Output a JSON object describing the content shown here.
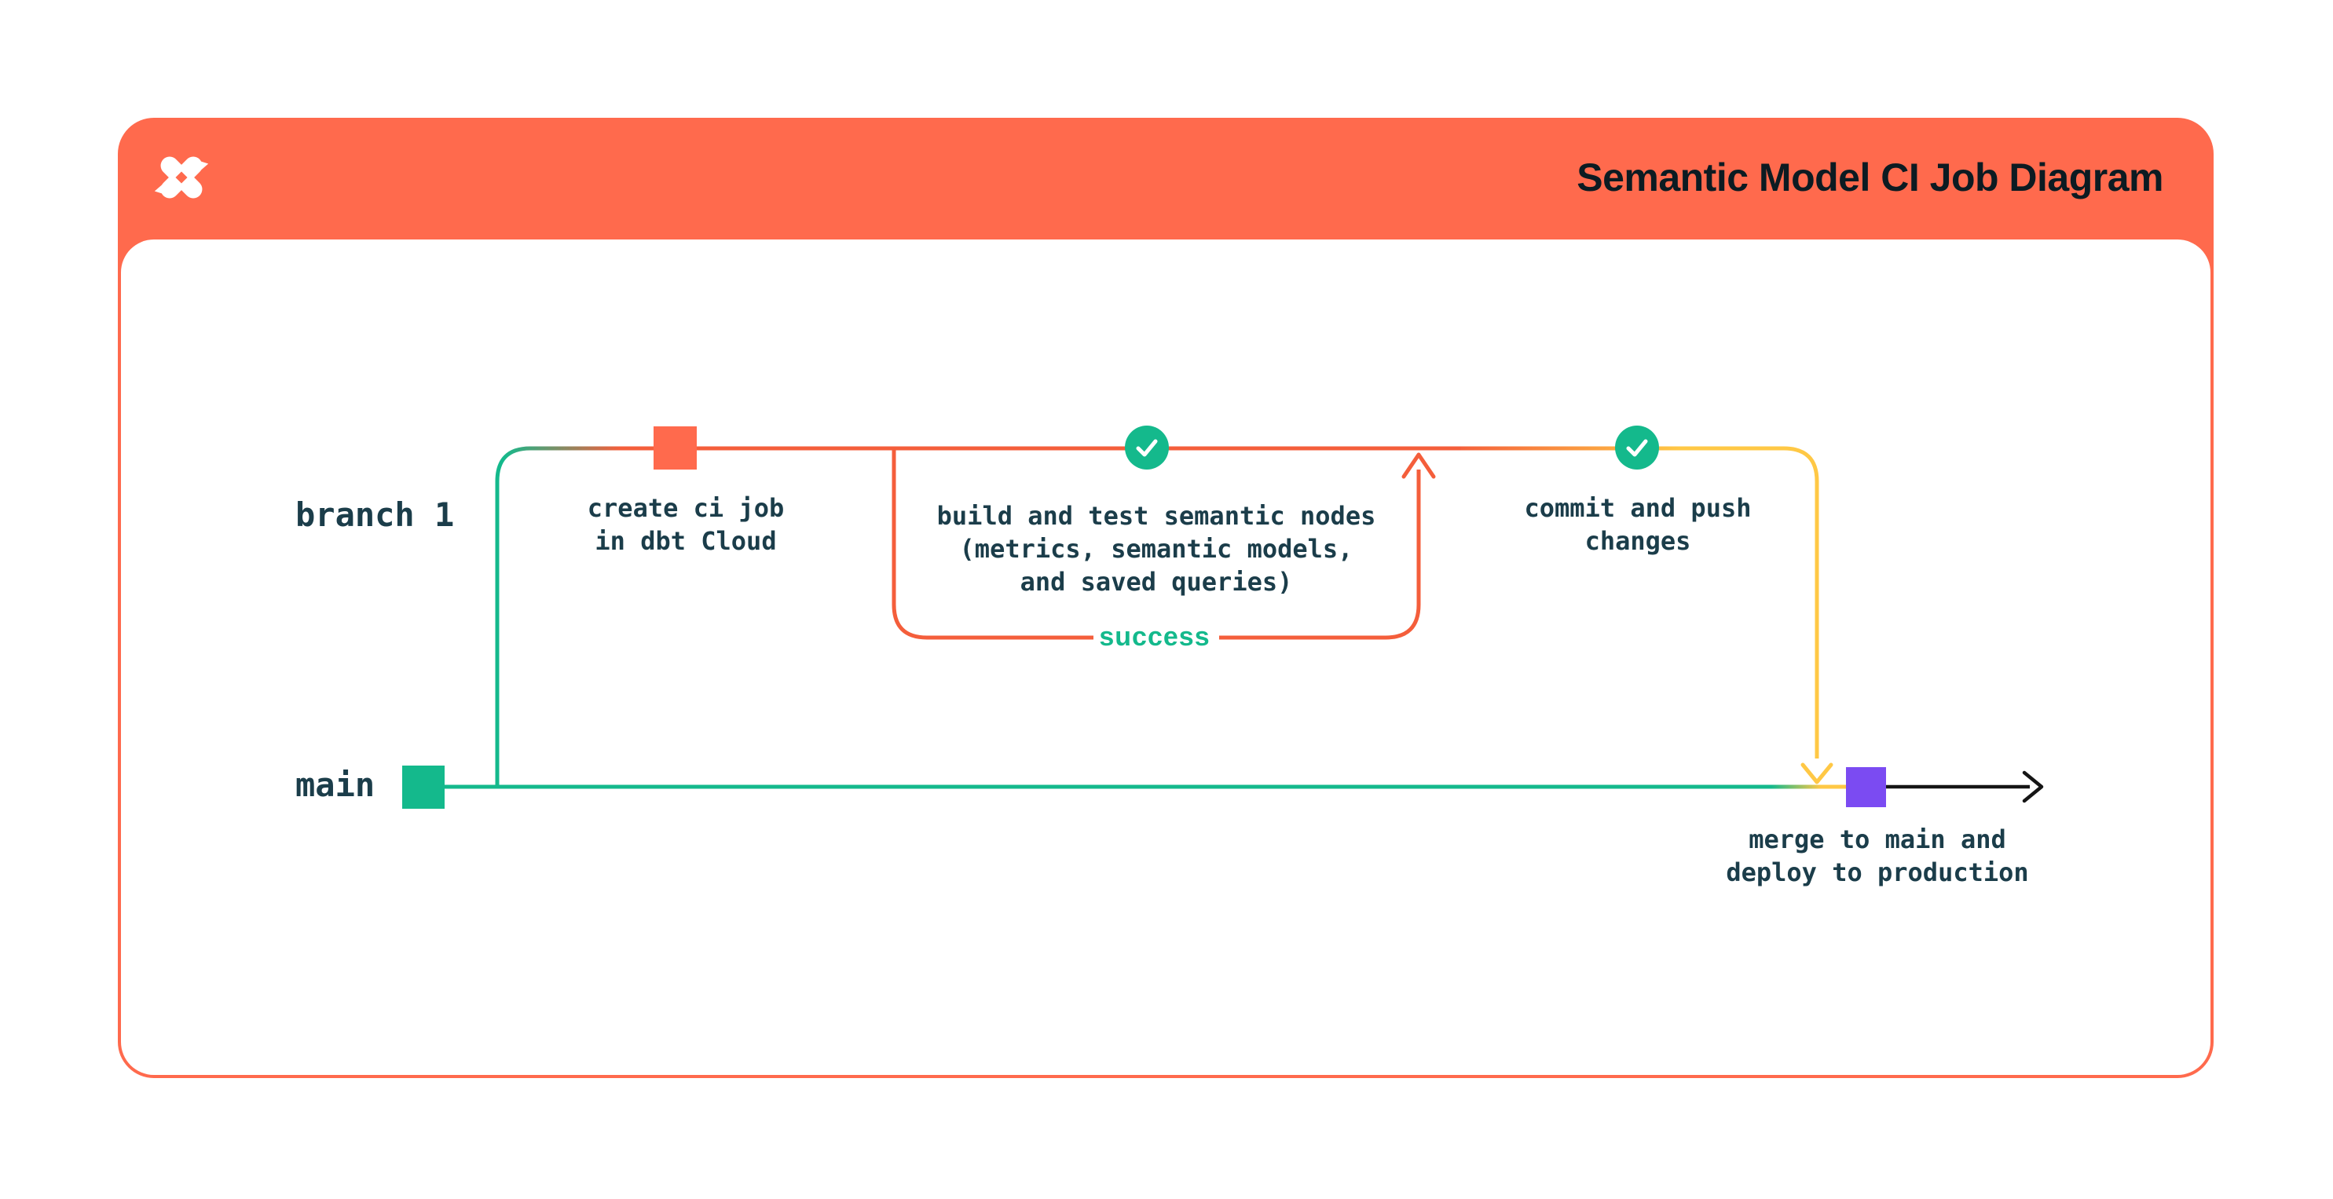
{
  "header": {
    "title": "Semantic Model CI Job Diagram",
    "logo_icon": "dbt-logo-icon",
    "background_color": "#FF6A4D"
  },
  "branches": {
    "branch1_label": "branch 1",
    "main_label": "main"
  },
  "nodes": {
    "create_ci": "create ci job\nin dbt Cloud",
    "build_test": "build and test semantic nodes\n(metrics, semantic models,\nand saved queries)",
    "commit_push": "commit and push\nchanges",
    "merge_deploy": "merge to main and\ndeploy to production",
    "success_label": "success"
  },
  "icons": {
    "build_test_status": "check-icon",
    "commit_push_status": "check-icon",
    "create_ci_marker": "orange-commit-square",
    "main_start_marker": "green-commit-square",
    "merge_marker": "purple-commit-square"
  },
  "colors": {
    "orange": "#FF6A4D",
    "line-orange": "#F45E3B",
    "green": "#14B98C",
    "yellow": "#FFC845",
    "purple": "#7B4BF2",
    "ink": "#1B3D4A",
    "title": "#0C1B22",
    "black": "#151515",
    "bg": "#FFFFFF"
  }
}
